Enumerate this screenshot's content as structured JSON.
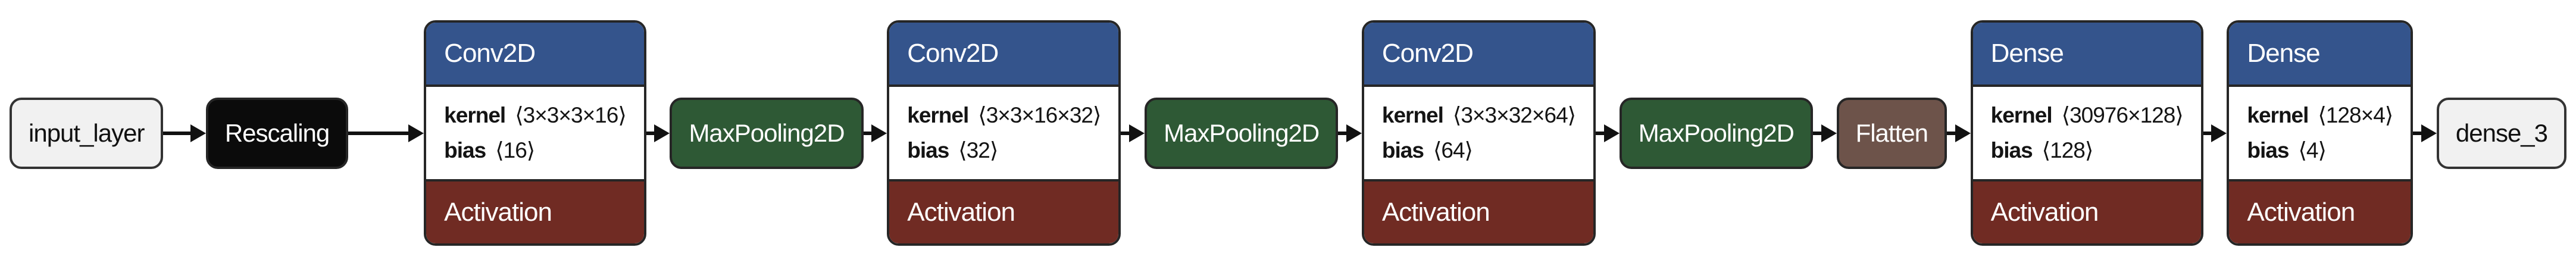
{
  "diagram": {
    "title": "cnn-model-architecture",
    "colors": {
      "header_blue": "#34548C",
      "activation_red": "#702B23",
      "pooling_green": "#2E5935",
      "flatten_brown": "#6D534A",
      "rescaling_black": "#0B0B0B",
      "io_fill": "#F1F1F1",
      "border_dark": "#262626",
      "arrow_black": "#111111",
      "background": "#FFFFFF"
    },
    "nodes": [
      {
        "kind": "io",
        "label": "input_layer"
      },
      {
        "kind": "simple",
        "variant": "rescaling",
        "label": "Rescaling"
      },
      {
        "kind": "block",
        "header": "Conv2D",
        "params": [
          {
            "name": "kernel",
            "shape": "⟨3×3×3×16⟩"
          },
          {
            "name": "bias",
            "shape": "⟨16⟩"
          }
        ],
        "footer": "Activation"
      },
      {
        "kind": "simple",
        "variant": "pooling",
        "label": "MaxPooling2D"
      },
      {
        "kind": "block",
        "header": "Conv2D",
        "params": [
          {
            "name": "kernel",
            "shape": "⟨3×3×16×32⟩"
          },
          {
            "name": "bias",
            "shape": "⟨32⟩"
          }
        ],
        "footer": "Activation"
      },
      {
        "kind": "simple",
        "variant": "pooling",
        "label": "MaxPooling2D"
      },
      {
        "kind": "block",
        "header": "Conv2D",
        "params": [
          {
            "name": "kernel",
            "shape": "⟨3×3×32×64⟩"
          },
          {
            "name": "bias",
            "shape": "⟨64⟩"
          }
        ],
        "footer": "Activation"
      },
      {
        "kind": "simple",
        "variant": "pooling",
        "label": "MaxPooling2D"
      },
      {
        "kind": "simple",
        "variant": "flatten",
        "label": "Flatten"
      },
      {
        "kind": "block",
        "header": "Dense",
        "params": [
          {
            "name": "kernel",
            "shape": "⟨30976×128⟩"
          },
          {
            "name": "bias",
            "shape": "⟨128⟩"
          }
        ],
        "footer": "Activation"
      },
      {
        "kind": "block",
        "header": "Dense",
        "params": [
          {
            "name": "kernel",
            "shape": "⟨128×4⟩"
          },
          {
            "name": "bias",
            "shape": "⟨4⟩"
          }
        ],
        "footer": "Activation"
      },
      {
        "kind": "io",
        "label": "dense_3"
      }
    ]
  }
}
